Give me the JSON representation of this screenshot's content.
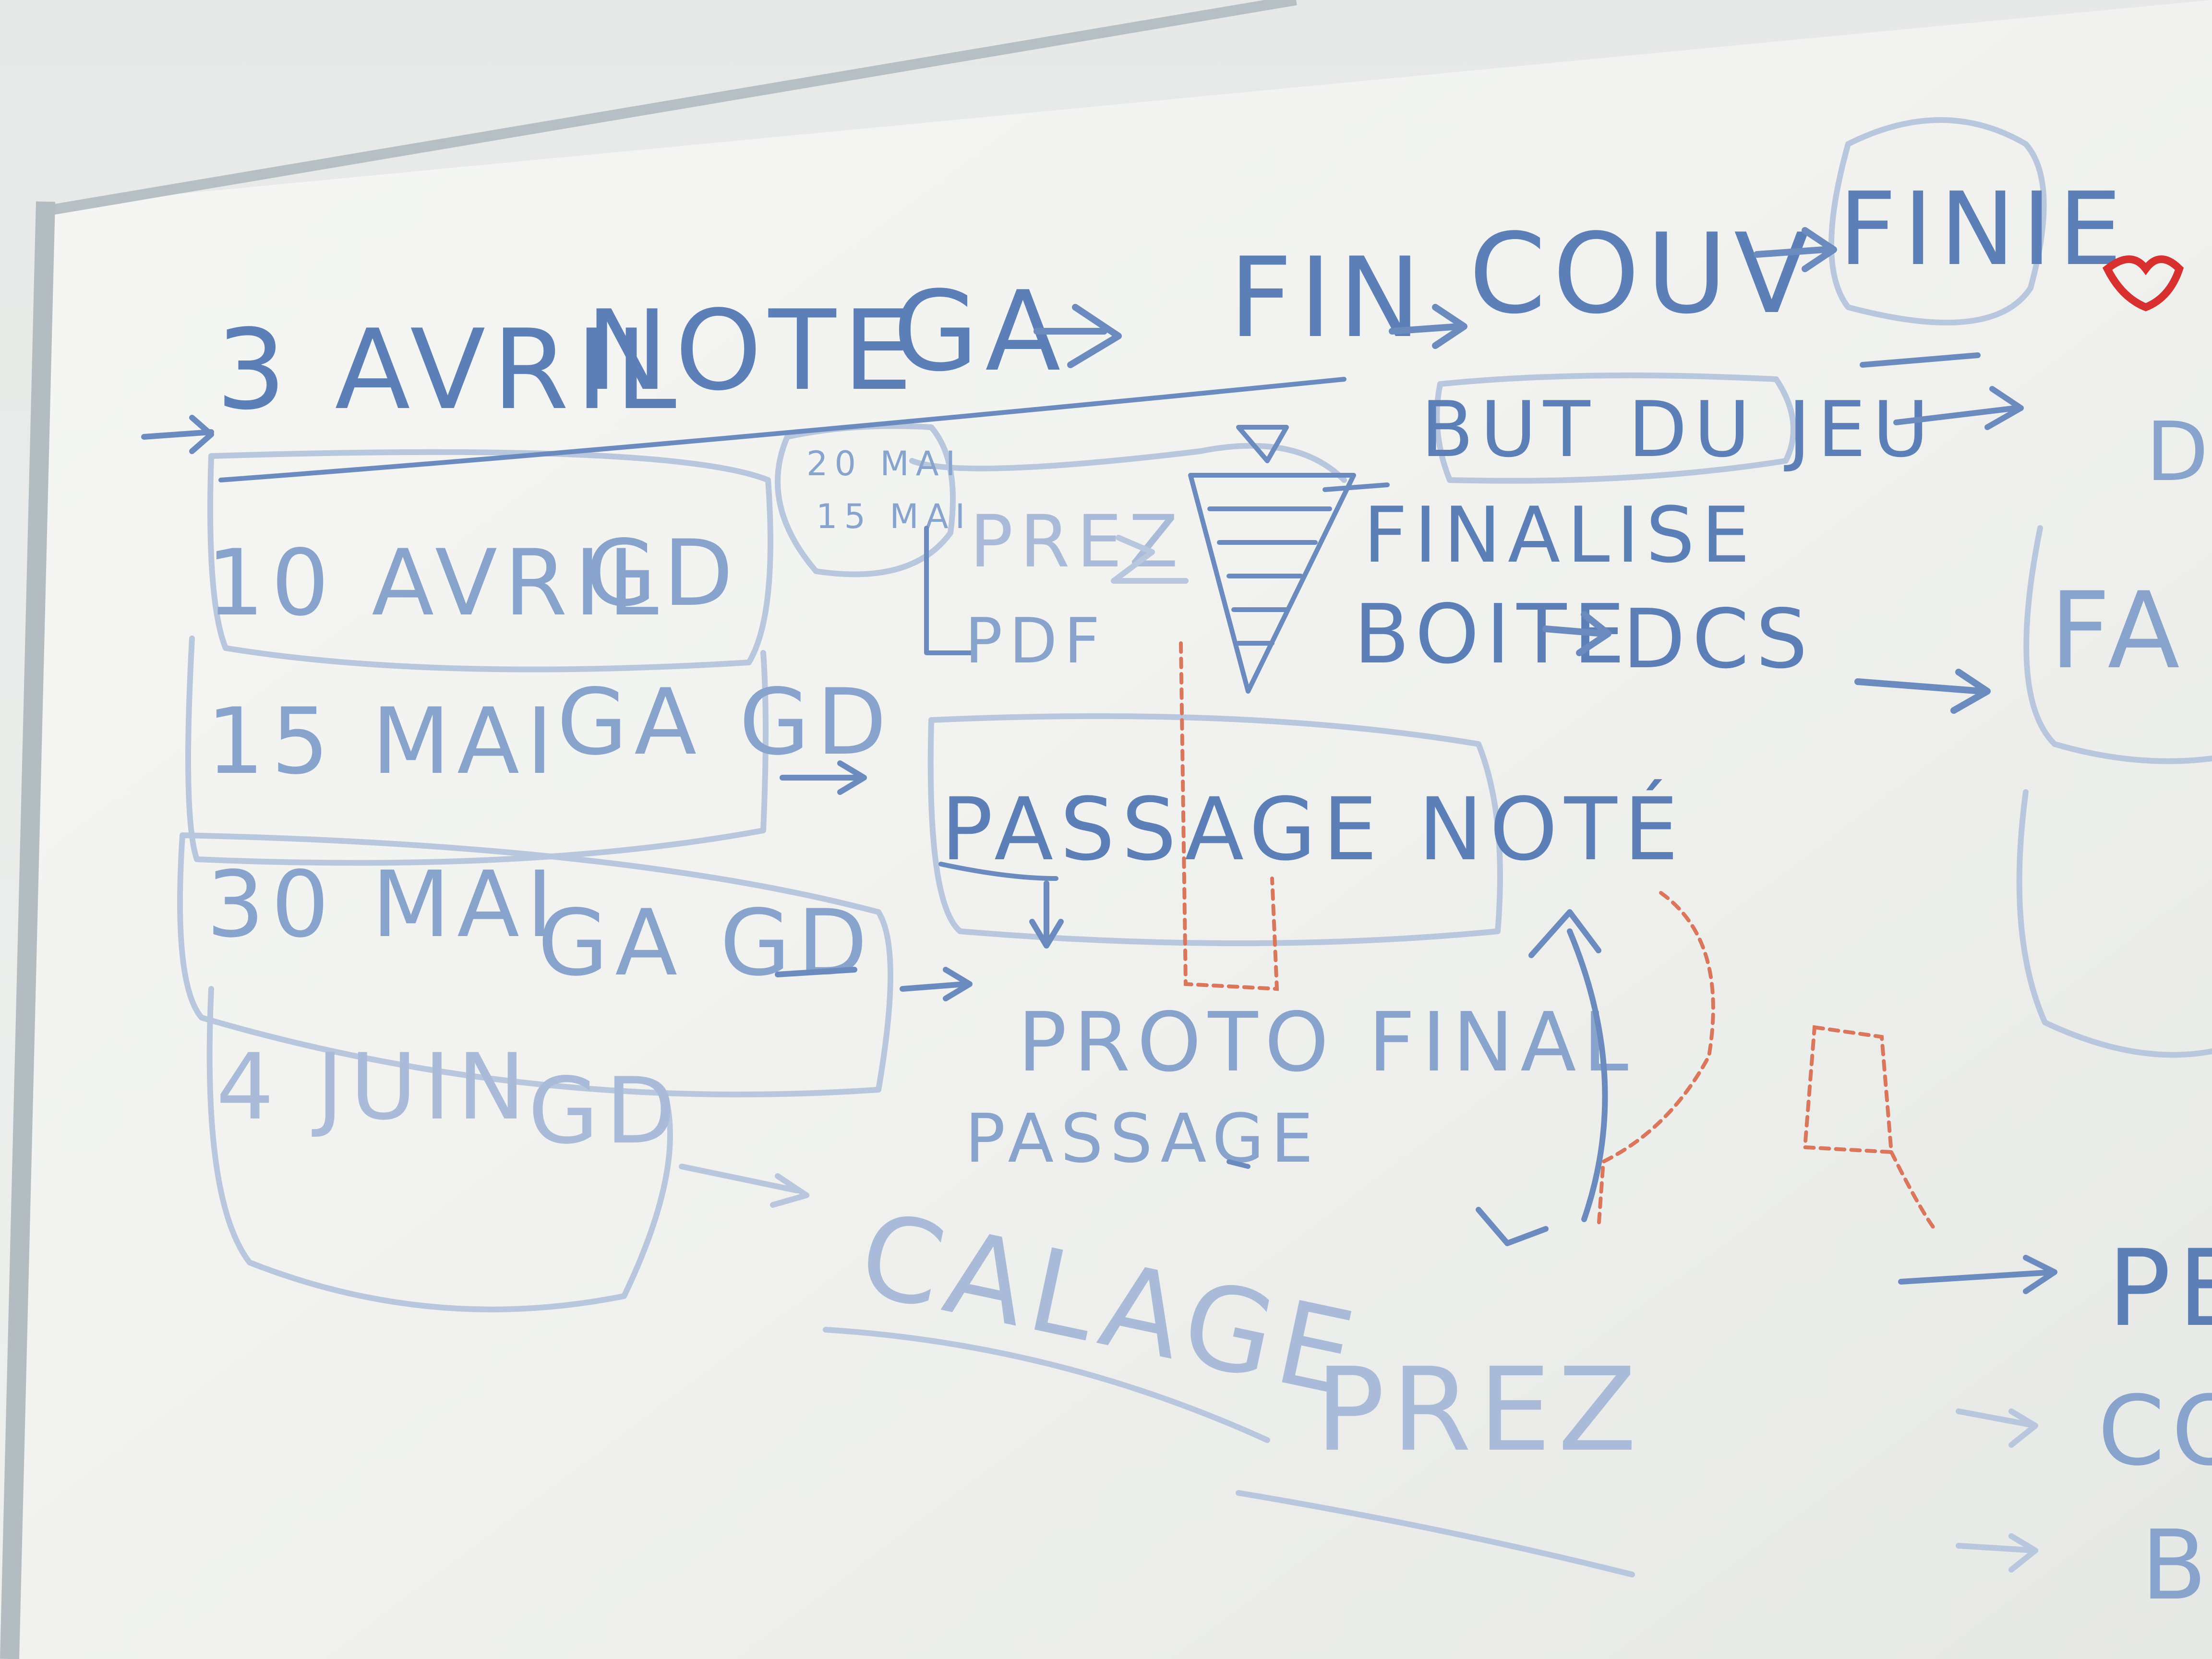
{
  "whiteboard": {
    "header": {
      "date": "3 AVRIL",
      "note": "NOTE",
      "ga": "GA",
      "fin": "FIN",
      "couv": "COUV",
      "finie": "FINIE"
    },
    "timeline": [
      {
        "date": "10 AVRIL",
        "code": "GD"
      },
      {
        "date": "15 MAI",
        "code": "GA GD"
      },
      {
        "date": "30 MAI",
        "code": "GA GD"
      },
      {
        "date": "4 JUIN",
        "code": "GD"
      }
    ],
    "small_note_top": "20 MAI",
    "small_note_bottom": "15 MAI",
    "prez": "PREZ",
    "pdf": "PDF",
    "but_du_jeu": "BUT DU JEU",
    "finalise": "FINALISE",
    "boite_dcs": "BOITE",
    "dcs": "DCS",
    "passage_note": "PASSAGE NOTÉ",
    "proto_final": "PROTO FINAL",
    "passage": "PASSAGE",
    "calage": "CALAGE",
    "prez_bottom": "PREZ",
    "right_edge": {
      "fa": "FA",
      "pe": "PE",
      "co": "CO",
      "b": "B",
      "d": "D"
    }
  }
}
